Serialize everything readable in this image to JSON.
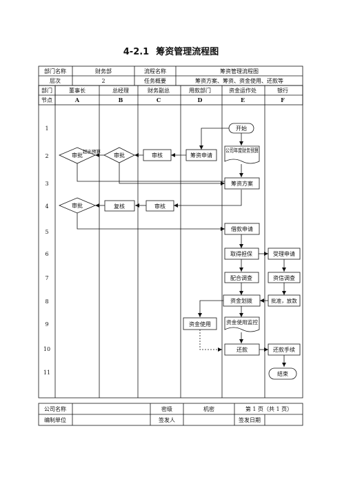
{
  "title": {
    "number": "4-2.1",
    "text": "筹资管理流程图"
  },
  "header": {
    "dept_label": "部门名称",
    "dept_value": "财务部",
    "process_label": "流程名称",
    "process_value": "筹资管理流程图",
    "level_label": "层次",
    "level_value": "2",
    "task_label": "任务概要",
    "task_value": "筹资方案、筹资、资金使用、还款等"
  },
  "lanes": {
    "dept_label": "部门",
    "node_label": "节点",
    "names": [
      "董事长",
      "总经理",
      "财务副总",
      "用款部门",
      "资金运作处",
      "银行"
    ],
    "codes": [
      "A",
      "B",
      "C",
      "D",
      "E",
      "F"
    ]
  },
  "rows": [
    "1",
    "2",
    "3",
    "4",
    "5",
    "6",
    "7",
    "8",
    "9",
    "10",
    "11"
  ],
  "flow": {
    "start": "开始",
    "annual_budget": "公司年度财务预算",
    "financing_apply": "筹资申请",
    "review_c2": "审核",
    "approve_b2": "审批",
    "approve_a2": "审批",
    "over_budget": "超出预算",
    "financing_plan": "筹资方案",
    "review_c4": "审核",
    "recheck_b4": "复核",
    "approve_a4": "审批",
    "loan_apply": "借款申请",
    "get_guarantee": "取得担保",
    "accept_apply": "受理申请",
    "cooperate_survey": "配合调查",
    "credit_survey": "资信调查",
    "fund_transfer": "资金划拨",
    "approve_loan": "批准，放款",
    "fund_use": "资金使用",
    "fund_monitor": "资金使用监控",
    "repay": "还款",
    "repay_procedure": "还款手续",
    "end": "结束"
  },
  "footer": {
    "company_label": "公司名称",
    "secret_label": "密级",
    "secret_value": "机密",
    "page_info": "第 1 页（共 1 页）",
    "unit_label": "编制单位",
    "issuer_label": "签发人",
    "date_label": "签发日期"
  }
}
